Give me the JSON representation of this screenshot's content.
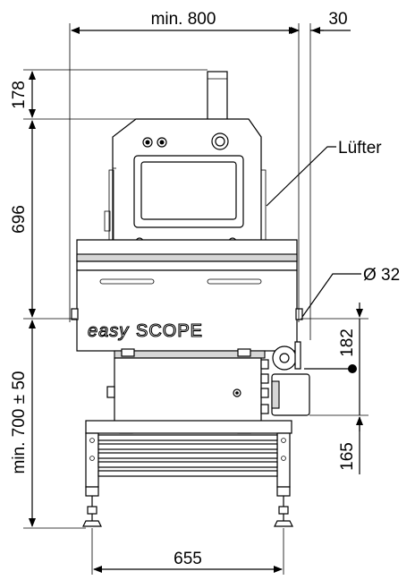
{
  "dimensions": {
    "top_width": "min. 800",
    "top_right": "30",
    "left_top": "178",
    "left_mid": "696",
    "left_bottom": "min. 700 ± 50",
    "right_upper": "182",
    "right_lower": "165",
    "bottom_width": "655"
  },
  "labels": {
    "fan": "Lüfter",
    "diameter": "Ø 32"
  },
  "brand": {
    "part_a": "easy",
    "part_b": "SCOPE"
  }
}
